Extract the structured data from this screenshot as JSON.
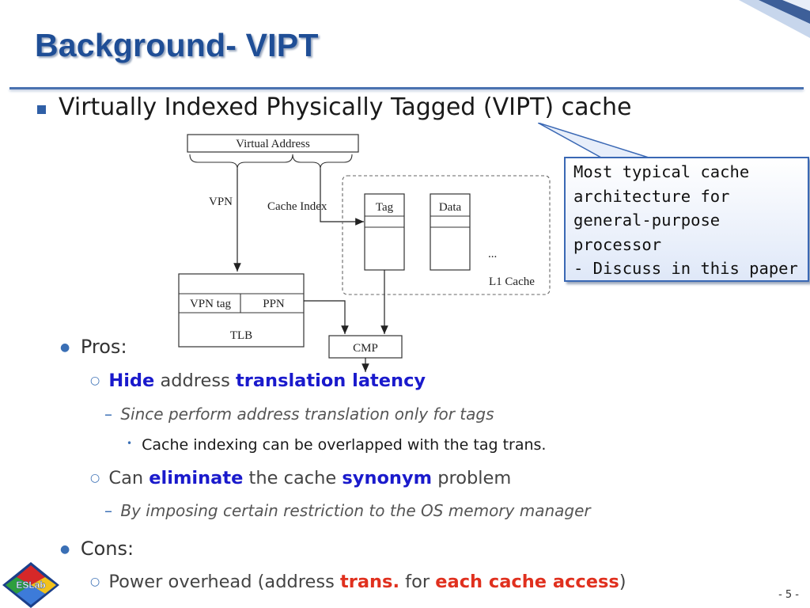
{
  "slide": {
    "title": "Background- VIPT",
    "main_bullet": "Virtually Indexed Physically Tagged (VIPT) cache",
    "page_number": "- 5 -"
  },
  "diagram": {
    "virtual_address": "Virtual Address",
    "vpn": "VPN",
    "cache_index": "Cache Index",
    "tag": "Tag",
    "data": "Data",
    "ellipsis": "...",
    "l1_cache": "L1 Cache",
    "vpn_tag": "VPN tag",
    "ppn": "PPN",
    "tlb": "TLB",
    "cmp": "CMP"
  },
  "callout": {
    "text": "Most typical cache\narchitecture for\ngeneral-purpose\nprocessor\n- Discuss in this paper"
  },
  "pros": {
    "label": "Pros:",
    "hide_word": "Hide",
    "address_word": "address",
    "latency_phrase": "translation latency",
    "since_text": "Since perform address translation only for tags",
    "indexing_text": "Cache indexing can be overlapped with the tag trans.",
    "can_word": "Can",
    "eliminate_word": "eliminate",
    "the_cache": "the cache",
    "synonym_word": "synonym",
    "problem_word": "problem",
    "imposing_text": "By imposing certain restriction to the OS memory manager"
  },
  "cons": {
    "label": "Cons:",
    "power_text": "Power overhead (address",
    "trans_word": "trans.",
    "for_word": "for",
    "each_access": "each cache access",
    "close_paren": ")"
  },
  "logo": {
    "text": "ESLab"
  },
  "colors": {
    "title": "#1f4e96",
    "emphasis_blue": "#1a1acc",
    "emphasis_red": "#e0301e",
    "callout_border": "#3a68b4"
  }
}
